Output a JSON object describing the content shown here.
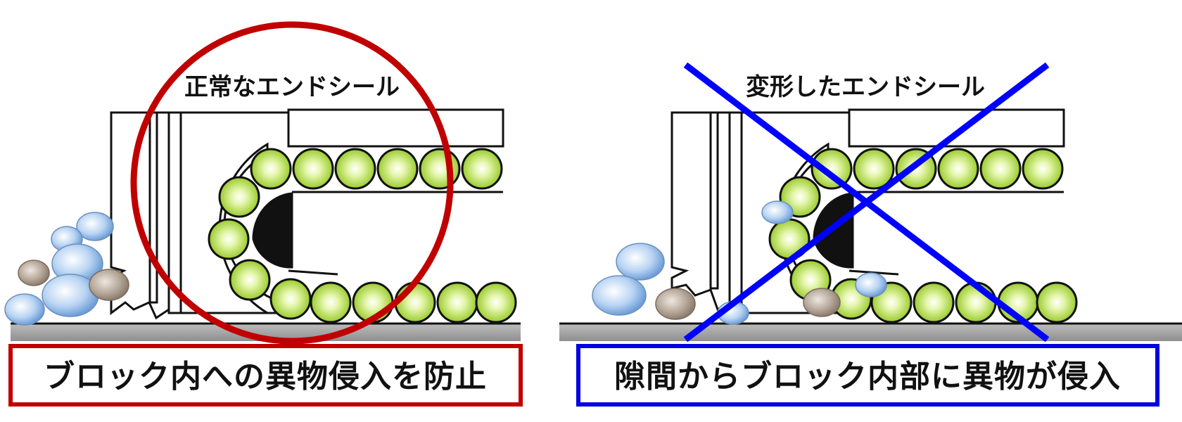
{
  "left": {
    "heading": "正常なエンドシール",
    "caption": "ブロック内への異物侵入を防止",
    "frame_color": "#c00000",
    "mark": "circle-ok",
    "mark_color": "#c00000"
  },
  "right": {
    "heading": "変形したエンドシール",
    "caption": "隙間からブロック内部に異物が侵入",
    "frame_color": "#0000e0",
    "mark": "cross-ng",
    "mark_color": "#0000ff"
  },
  "colors": {
    "ball": "#a6d63a",
    "ball_highlight": "#ffffff",
    "rail": "#8a8a8a",
    "dust_blue": "#86b3e6",
    "dust_brown": "#a39485",
    "outline": "#111111"
  }
}
